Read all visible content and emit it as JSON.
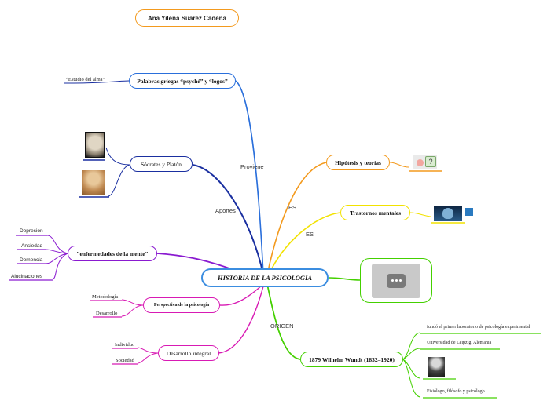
{
  "author": "Ana Yilena Suarez Cadena",
  "central": "HISTORIA DE LA PSICOLOGIA",
  "connectors": {
    "proviene": "Proviene",
    "aportes": "Aportes",
    "es1": "ES",
    "es2": "ES",
    "origen": "ORIGEN"
  },
  "nodes": {
    "palabras": "Palabras griegas “psyché” y “logos”",
    "socrates": "Sócrates y Platón",
    "enfermedades": "\"enfermedades de la mente\"",
    "perspectiva": "Perspectiva de la psicología",
    "desarrollo": "Desarrollo integral",
    "hipotesis": "Hipótesis y teorías",
    "trastornos": "Trastornos mentales",
    "wundt": "1879 Wilhelm Wundt (1832–1920)"
  },
  "leaves": {
    "estudio_alma": "“Estudio del alma”",
    "depresion": "Depresión",
    "ansiedad": "Ansiedad",
    "demencia": "Demencia",
    "alucinaciones": "Alucinaciones",
    "metodologia": "Metodología",
    "desarrollo": "Desarrollo",
    "individuo": "Individuo",
    "sociedad": "Sociedad",
    "laboratorio": "fundó el primer laboratorio de psicología experimental",
    "universidad": "Universidad de Leipzig, Alemania",
    "fisiologo": "Fisiólogo, filósofo y psicólogo"
  },
  "colors": {
    "orange": "#f39a1e",
    "blue_dark": "#1a2fa0",
    "blue": "#2a6fdb",
    "purple": "#8a1ad0",
    "magenta": "#d81ab4",
    "yellow": "#f2e200",
    "green": "#44d000",
    "central": "#3b8de0"
  }
}
